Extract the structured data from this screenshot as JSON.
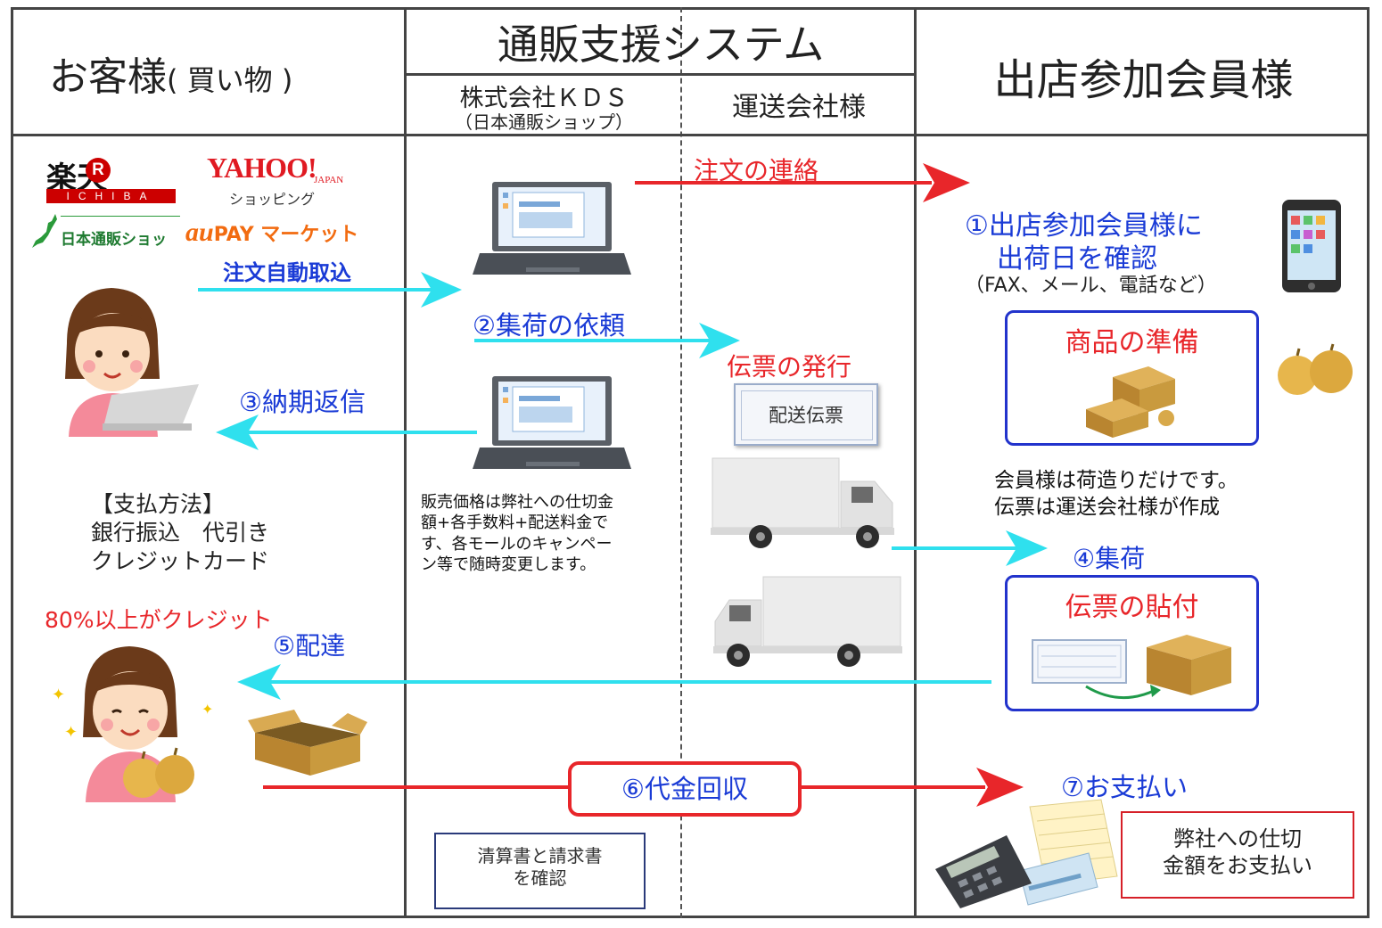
{
  "headers": {
    "customer": "お客様",
    "customer_note": "( 買い物 )",
    "system": "通販支援システム",
    "kds_name": "株式会社ＫＤＳ",
    "kds_sub": "（日本通販ショップ）",
    "carrier": "運送会社様",
    "member": "出店参加会員様"
  },
  "logos": {
    "rakuten": "楽天",
    "rakuten_r": "R",
    "rakuten_sub": "ICHIBA",
    "yahoo": "YAHOO!",
    "yahoo_japan": "JAPAN",
    "yahoo_sub": "ショッピング",
    "nihon": "日本通販ショッ",
    "au_brand": "au",
    "au_rest": "PAY マーケット"
  },
  "labels": {
    "auto_import": "注文自動取込",
    "order_notice": "注文の連絡",
    "confirm_ship_1": "①出店参加会員様に",
    "confirm_ship_2": "出荷日を確認",
    "confirm_ship_3": "（FAX、メール、電話など）",
    "pickup_request": "②集荷の依頼",
    "issue_slip": "伝票の発行",
    "slip_card": "配送伝票",
    "reply_delivery": "③納期返信",
    "prepare_goods": "商品の準備",
    "payment_methods": "【支払方法】\n銀行振込　代引き\nクレジットカード",
    "price_note": "販売価格は弊社への仕切金\n額+各手数料+配送料金で\nす、各モールのキャンペー\nン等で随時変更します。",
    "member_note": "会員様は荷造りだけです。\n伝票は運送会社様が作成",
    "pickup": "④集荷",
    "attach_slip": "伝票の貼付",
    "credit_ratio": "80%以上がクレジット",
    "delivery": "⑤配達",
    "collect_payment": "⑥代金回収",
    "pay_member": "⑦お支払い",
    "confirm_docs": "清算書と請求書\nを確認",
    "pay_note": "弊社への仕切\n金額をお支払い"
  },
  "colors": {
    "red_arrow": "#e8262a",
    "cyan_arrow": "#2fe0ee",
    "blue_text": "#1a3bd6",
    "box_border": "#2233cc",
    "cardboard": "#c99a3e"
  },
  "icons": [
    "laptop-icon",
    "smartphone-icon",
    "truck-icon",
    "cardboard-box-icon",
    "pear-icon",
    "calculator-icon",
    "customer-avatar-icon"
  ]
}
